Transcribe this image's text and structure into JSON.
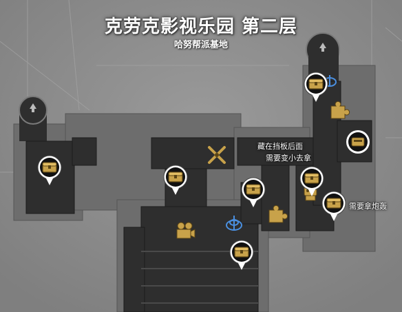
{
  "map": {
    "title": "克劳克影视乐园 第二层",
    "subtitle": "哈努帮派基地",
    "notes": {
      "behind_board": "藏在挡板后面",
      "need_small_go": "需要变小去拿",
      "need_cannon": "需要拿炮轰"
    },
    "markers": [
      {
        "type": "treasure-chest",
        "label": "chest-left"
      },
      {
        "type": "treasure-chest",
        "label": "chest-center-left"
      },
      {
        "type": "treasure-chest",
        "label": "chest-center"
      },
      {
        "type": "treasure-chest",
        "label": "chest-center-right"
      },
      {
        "type": "treasure-chest",
        "label": "chest-top-right"
      },
      {
        "type": "treasure-chest",
        "label": "chest-bottom-center"
      },
      {
        "type": "treasure-chest",
        "label": "chest-cannon"
      },
      {
        "type": "treasure-chest",
        "label": "chest-right-2"
      }
    ],
    "icons": [
      "puzzle-piece-icon",
      "crossed-swords-icon",
      "movie-camera-icon",
      "robot-icon",
      "warp-portal-icon",
      "up-arrow-icon"
    ],
    "colors": {
      "floor_dark": "#2e2e2e",
      "floor_mid": "#6a6a6a",
      "pin_white": "#ffffff",
      "chest_gold": "#c8a24a",
      "portal_blue": "#4a8fe0"
    }
  }
}
